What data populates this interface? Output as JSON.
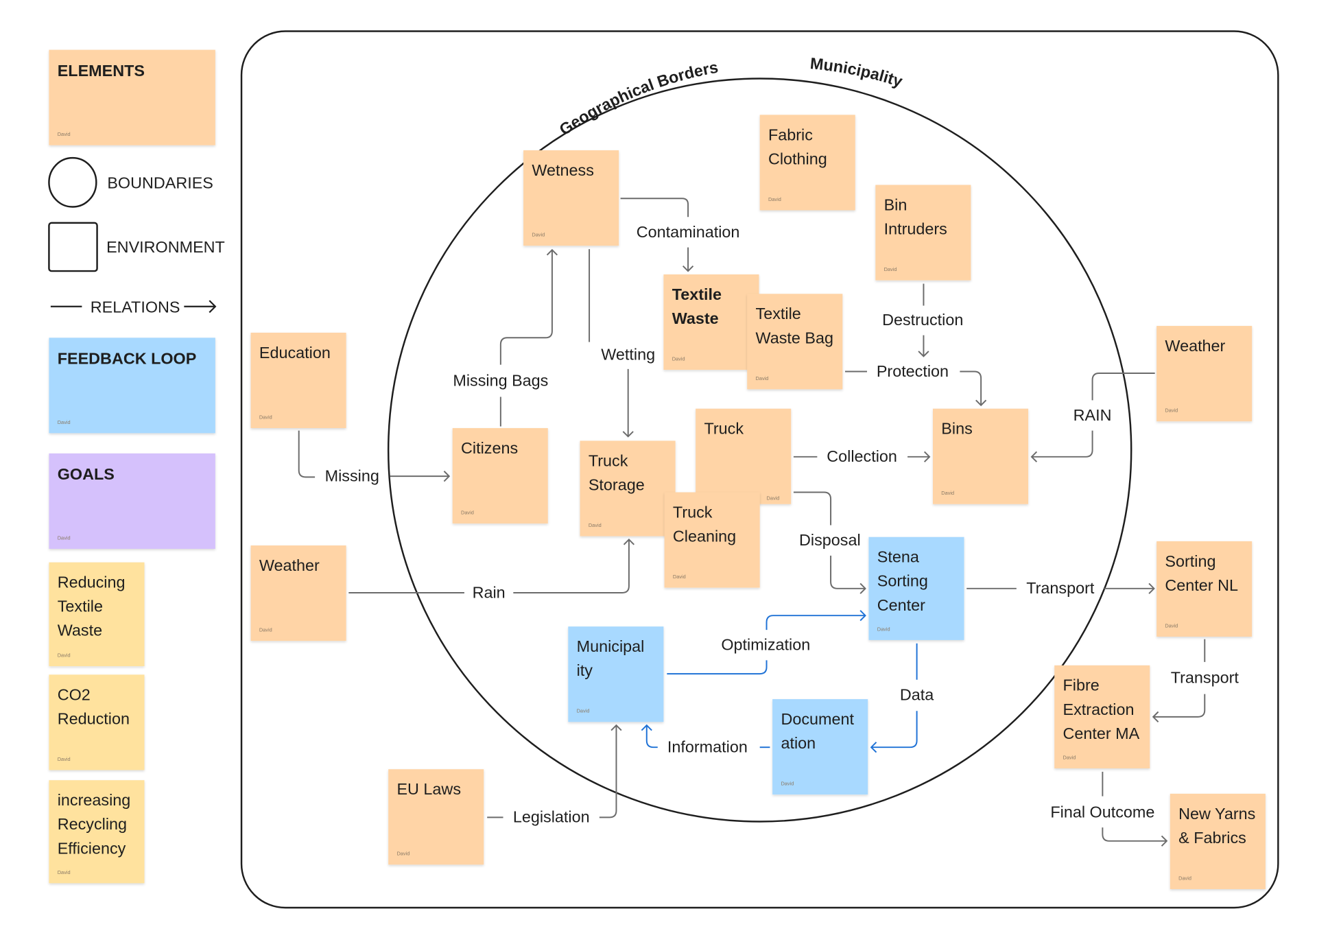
{
  "colors": {
    "element": "#FFD4A6",
    "feedback": "#A8D9FF",
    "goal": "#D5C1FC",
    "goal_note": "#FFE29E",
    "connector": "#6b6b6b",
    "connector_blue": "#1f72d6"
  },
  "legend": {
    "elements": {
      "label": "ELEMENTS",
      "author": "David"
    },
    "boundaries": "BOUNDARIES",
    "environment": "ENVIRONMENT",
    "relations": "RELATIONS",
    "feedback_loop": {
      "label": "FEEDBACK LOOP",
      "author": "David"
    },
    "goals": {
      "label": "GOALS",
      "author": "David"
    },
    "goal_notes": [
      {
        "lines": [
          "Reducing",
          "Textile",
          "Waste"
        ],
        "author": "David"
      },
      {
        "lines": [
          "CO2",
          "Reduction"
        ],
        "author": "David"
      },
      {
        "lines": [
          "increasing",
          "Recycling",
          "Efficiency"
        ],
        "author": "David"
      }
    ]
  },
  "boundary_labels": {
    "left": "Geographical Borders",
    "right": "Municipality"
  },
  "notes": [
    {
      "id": "education",
      "lines": [
        "Education"
      ],
      "type": "element",
      "author": "David"
    },
    {
      "id": "weather-left",
      "lines": [
        "Weather"
      ],
      "type": "element",
      "author": "David"
    },
    {
      "id": "eu-laws",
      "lines": [
        "EU Laws"
      ],
      "type": "element",
      "author": "David"
    },
    {
      "id": "wetness",
      "lines": [
        "Wetness"
      ],
      "type": "element",
      "author": "David"
    },
    {
      "id": "fabric-clothing",
      "lines": [
        "Fabric",
        "Clothing"
      ],
      "type": "element",
      "author": "David"
    },
    {
      "id": "bin-intruders",
      "lines": [
        "Bin",
        "Intruders"
      ],
      "type": "element",
      "author": "David"
    },
    {
      "id": "textile-waste",
      "lines": [
        "Textile",
        "Waste"
      ],
      "type": "element",
      "bold": true,
      "author": "David"
    },
    {
      "id": "textile-waste-bag",
      "lines": [
        "Textile",
        "Waste Bag"
      ],
      "type": "element",
      "author": "David"
    },
    {
      "id": "citizens",
      "lines": [
        "Citizens"
      ],
      "type": "element",
      "author": "David"
    },
    {
      "id": "truck-storage",
      "lines": [
        "Truck",
        "Storage"
      ],
      "type": "element",
      "author": "David"
    },
    {
      "id": "truck",
      "lines": [
        "Truck"
      ],
      "type": "element",
      "author": "David"
    },
    {
      "id": "truck-cleaning",
      "lines": [
        "Truck",
        "Cleaning"
      ],
      "type": "element",
      "author": "David"
    },
    {
      "id": "bins",
      "lines": [
        "Bins"
      ],
      "type": "element",
      "author": "David"
    },
    {
      "id": "weather-right",
      "lines": [
        "Weather"
      ],
      "type": "element",
      "author": "David"
    },
    {
      "id": "stena-sorting-center",
      "lines": [
        "Stena",
        "Sorting",
        "Center"
      ],
      "type": "feedback",
      "author": "David"
    },
    {
      "id": "sorting-center-nl",
      "lines": [
        "Sorting",
        "Center NL"
      ],
      "type": "element",
      "author": "David"
    },
    {
      "id": "municipality",
      "lines": [
        "Municipal",
        "ity"
      ],
      "type": "feedback",
      "author": "David"
    },
    {
      "id": "documentation",
      "lines": [
        "Document",
        "ation"
      ],
      "type": "feedback",
      "author": "David"
    },
    {
      "id": "fibre-extraction",
      "lines": [
        "Fibre",
        "Extraction",
        "Center MA"
      ],
      "type": "element",
      "author": "David"
    },
    {
      "id": "new-yarns",
      "lines": [
        "New Yarns",
        "& Fabrics"
      ],
      "type": "element",
      "author": "David"
    }
  ],
  "relations": [
    {
      "id": "contamination",
      "label": "Contamination",
      "color": "gray"
    },
    {
      "id": "wetting",
      "label": "Wetting",
      "color": "gray"
    },
    {
      "id": "missing-bags",
      "label": "Missing Bags",
      "color": "gray"
    },
    {
      "id": "missing",
      "label": "Missing",
      "color": "gray"
    },
    {
      "id": "rain",
      "label": "Rain",
      "color": "gray"
    },
    {
      "id": "legislation",
      "label": "Legislation",
      "color": "gray"
    },
    {
      "id": "destruction",
      "label": "Destruction",
      "color": "gray"
    },
    {
      "id": "protection",
      "label": "Protection",
      "color": "gray"
    },
    {
      "id": "collection",
      "label": "Collection",
      "color": "gray"
    },
    {
      "id": "disposal",
      "label": "Disposal",
      "color": "gray"
    },
    {
      "id": "rain-upper",
      "label": "RAIN",
      "color": "gray"
    },
    {
      "id": "transport-1",
      "label": "Transport",
      "color": "gray"
    },
    {
      "id": "transport-2",
      "label": "Transport",
      "color": "gray"
    },
    {
      "id": "final-outcome",
      "label": "Final Outcome",
      "color": "gray"
    },
    {
      "id": "optimization",
      "label": "Optimization",
      "color": "blue"
    },
    {
      "id": "data",
      "label": "Data",
      "color": "blue"
    },
    {
      "id": "information",
      "label": "Information",
      "color": "blue"
    }
  ]
}
